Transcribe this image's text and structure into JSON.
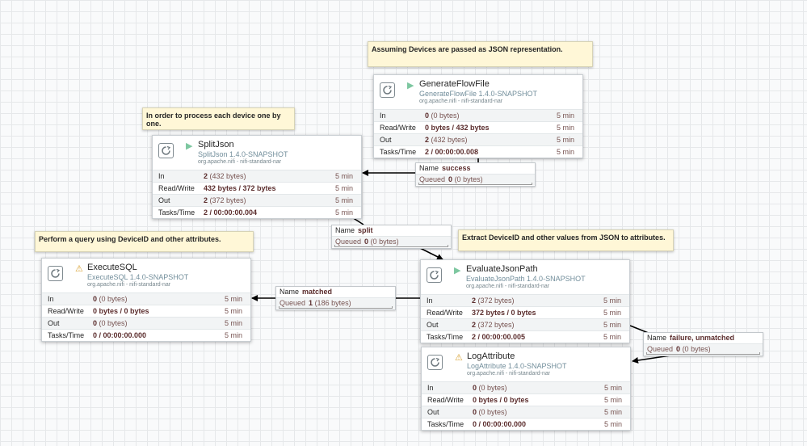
{
  "notes": [
    {
      "text": "Assuming Devices are passed as JSON representation."
    },
    {
      "text": "In order to process each device one by one."
    },
    {
      "text": "Perform a query using DeviceID and other attributes."
    },
    {
      "text": "Extract DeviceID and other values from JSON to attributes."
    }
  ],
  "stat_labels": {
    "in": "In",
    "rw": "Read/Write",
    "out": "Out",
    "tasks": "Tasks/Time"
  },
  "processors": {
    "generate": {
      "name": "GenerateFlowFile",
      "type": "GenerateFlowFile 1.4.0-SNAPSHOT",
      "bundle": "org.apache.nifi - nifi-standard-nar",
      "state": "running",
      "in_count": "0",
      "in_bytes": "(0 bytes)",
      "rw": "0 bytes / 432 bytes",
      "out_count": "2",
      "out_bytes": "(432 bytes)",
      "tasks": "2 / 00:00:00.008",
      "window": "5 min"
    },
    "split": {
      "name": "SplitJson",
      "type": "SplitJson 1.4.0-SNAPSHOT",
      "bundle": "org.apache.nifi - nifi-standard-nar",
      "state": "running",
      "in_count": "2",
      "in_bytes": "(432 bytes)",
      "rw": "432 bytes / 372 bytes",
      "out_count": "2",
      "out_bytes": "(372 bytes)",
      "tasks": "2 / 00:00:00.004",
      "window": "5 min"
    },
    "execute": {
      "name": "ExecuteSQL",
      "type": "ExecuteSQL 1.4.0-SNAPSHOT",
      "bundle": "org.apache.nifi - nifi-standard-nar",
      "state": "invalid",
      "in_count": "0",
      "in_bytes": "(0 bytes)",
      "rw": "0 bytes / 0 bytes",
      "out_count": "0",
      "out_bytes": "(0 bytes)",
      "tasks": "0 / 00:00:00.000",
      "window": "5 min"
    },
    "evaluate": {
      "name": "EvaluateJsonPath",
      "type": "EvaluateJsonPath 1.4.0-SNAPSHOT",
      "bundle": "org.apache.nifi - nifi-standard-nar",
      "state": "running",
      "in_count": "2",
      "in_bytes": "(372 bytes)",
      "rw": "372 bytes / 0 bytes",
      "out_count": "2",
      "out_bytes": "(372 bytes)",
      "tasks": "2 / 00:00:00.005",
      "window": "5 min"
    },
    "log": {
      "name": "LogAttribute",
      "type": "LogAttribute 1.4.0-SNAPSHOT",
      "bundle": "org.apache.nifi - nifi-standard-nar",
      "state": "invalid",
      "in_count": "0",
      "in_bytes": "(0 bytes)",
      "rw": "0 bytes / 0 bytes",
      "out_count": "0",
      "out_bytes": "(0 bytes)",
      "tasks": "0 / 00:00:00.000",
      "window": "5 min"
    }
  },
  "conn_labels": {
    "name": "Name",
    "queued": "Queued"
  },
  "connections": {
    "success": {
      "name": "success",
      "count": "0",
      "bytes": "(0 bytes)"
    },
    "split": {
      "name": "split",
      "count": "0",
      "bytes": "(0 bytes)"
    },
    "matched": {
      "name": "matched",
      "count": "1",
      "bytes": "(186 bytes)"
    },
    "failure": {
      "name": "failure, unmatched",
      "count": "0",
      "bytes": "(0 bytes)"
    }
  },
  "colors": {
    "running": "#7dc7a0",
    "invalid": "#d9a336",
    "note": "#fff7d7",
    "value": "#5b2d2d"
  }
}
